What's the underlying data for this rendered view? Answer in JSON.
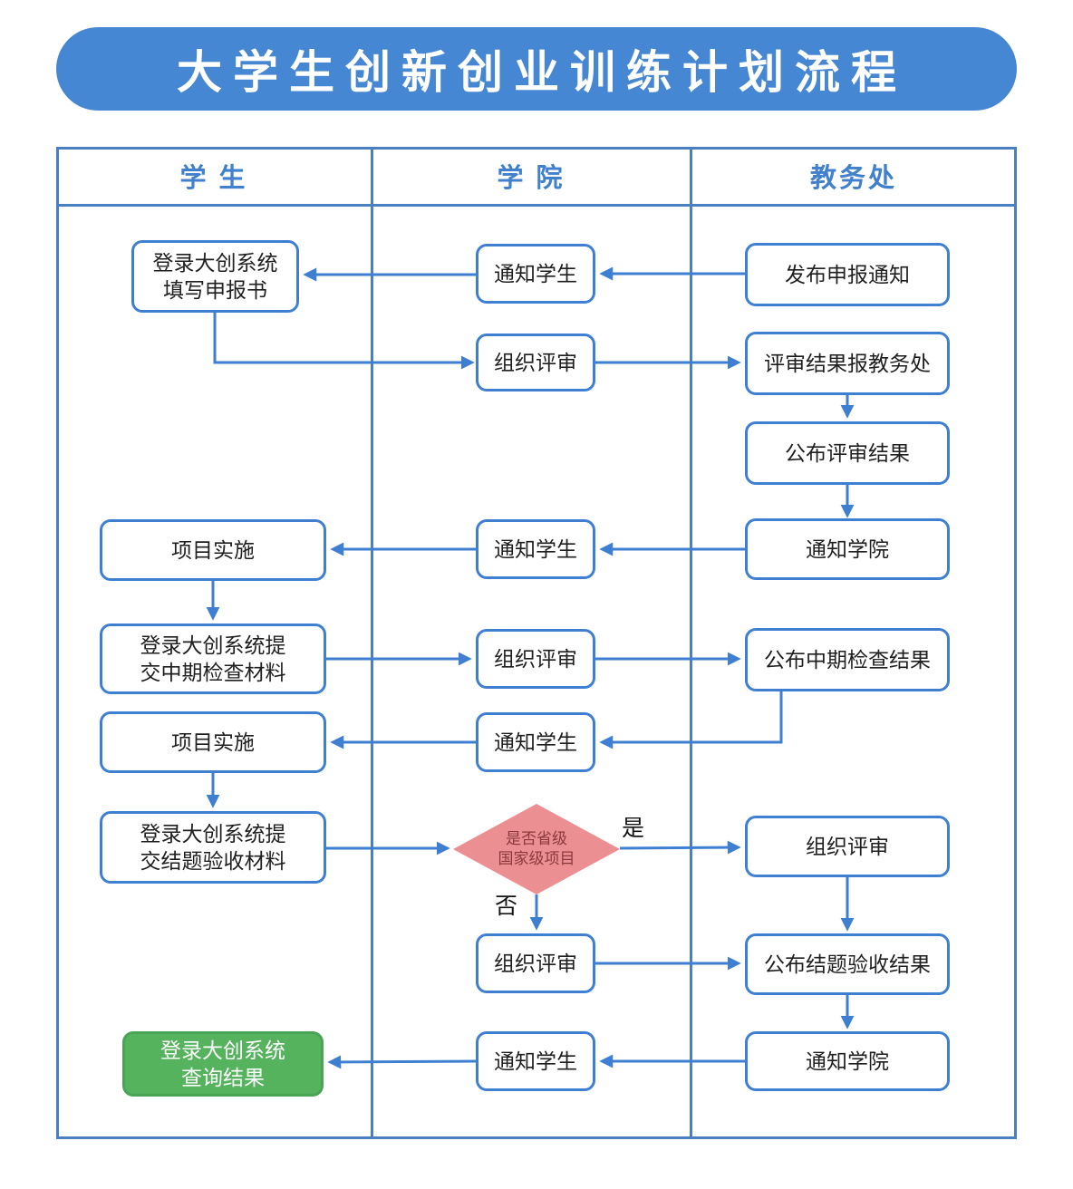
{
  "title": "大学生创新创业训练计划流程",
  "lanes": {
    "student": "学 生",
    "college": "学 院",
    "office": "教务处"
  },
  "nodes": {
    "s1": "登录大创系统\n填写申报书",
    "s2": "项目实施",
    "s3": "登录大创系统提\n交中期检查材料",
    "s4": "项目实施",
    "s5": "登录大创系统提\n交结题验收材料",
    "s6": "登录大创系统\n查询结果",
    "c1": "通知学生",
    "c2": "组织评审",
    "c3": "通知学生",
    "c4": "组织评审",
    "c5": "通知学生",
    "c6": "组织评审",
    "c7": "通知学生",
    "a1": "发布申报通知",
    "a2": "评审结果报教务处",
    "a3": "公布评审结果",
    "a4": "通知学院",
    "a5": "公布中期检查结果",
    "a6": "组织评审",
    "a7": "公布结题验收结果",
    "a8": "通知学院",
    "d1": "是否省级\n国家级项目"
  },
  "edge_labels": {
    "yes": "是",
    "no": "否"
  },
  "colors": {
    "title_bg": "#4687d3",
    "line_blue": "#3f7fd2",
    "table_border": "#4a7fc0",
    "header_text": "#4080cc",
    "diamond_fill": "#ec8f92",
    "diamond_text": "#8a3a3e",
    "green_fill": "#55b35e",
    "green_border": "#4aa455"
  }
}
